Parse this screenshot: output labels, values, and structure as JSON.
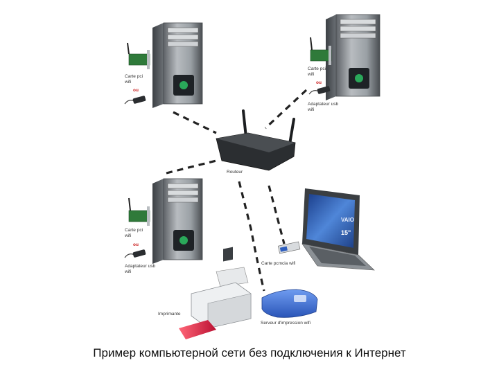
{
  "caption": "Пример компьютерной сети без подключения к Интернет",
  "top_left_pc": {
    "card_label_1": "Carte pci",
    "card_label_2": "wifi",
    "or_label": "ou"
  },
  "top_right_pc": {
    "card_label_1": "Carte pci",
    "card_label_2": "wifi",
    "or_label": "ou",
    "usb_label_1": "Adaptateur usb",
    "usb_label_2": "wifi"
  },
  "mid_left_pc": {
    "card_label_1": "Carte pci",
    "card_label_2": "wifi",
    "or_label": "ou",
    "usb_label_1": "Adaptateur usb",
    "usb_label_2": "wifi"
  },
  "router": {
    "label": "Routeur"
  },
  "laptop": {
    "brand": "VAIO",
    "screen_size": "15\"",
    "card_label": "Carte pcmcia wifi"
  },
  "printer": {
    "label": "Imprimante"
  },
  "print_server": {
    "label": "Serveur d'impression wifi"
  },
  "colors": {
    "connector": "#222222",
    "or_text": "#cc2222",
    "print_server": "#3a6fd8",
    "paper": "#cc2244",
    "tower": "#8e9398"
  }
}
